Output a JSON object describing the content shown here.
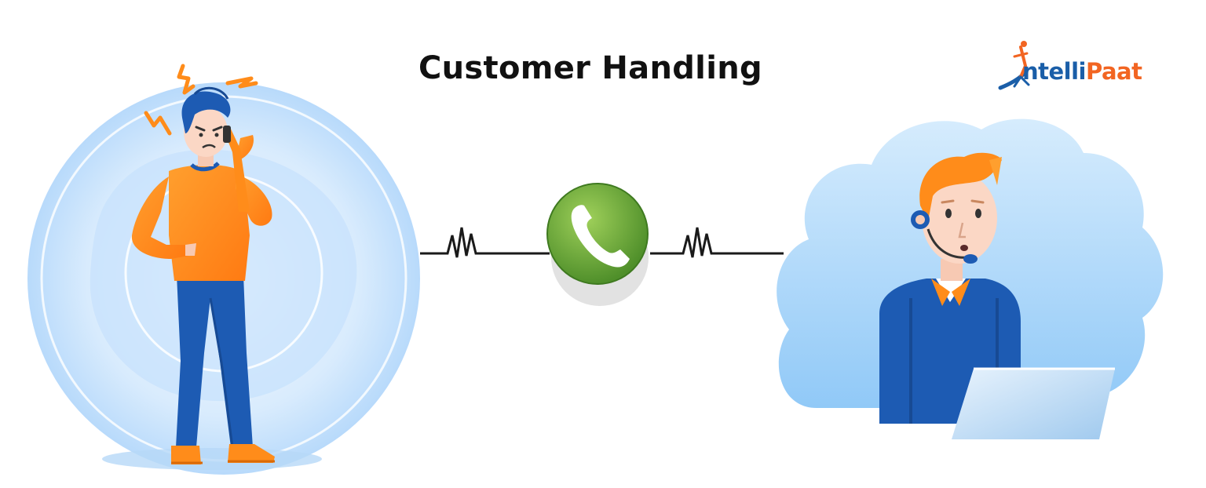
{
  "title": "Customer Handling",
  "logo": {
    "part1": "ntelli",
    "part2": "Paat",
    "brand_blue": "#1a5ea8",
    "brand_orange": "#f26522"
  },
  "icons": {
    "call": "phone-icon",
    "customer": "frustrated-customer-illustration",
    "agent": "support-agent-illustration"
  },
  "colors": {
    "call_green": "#6fb43f",
    "bubble_blue": "#a9d4fb",
    "shirt_orange": "#ff8c1a",
    "pants_blue": "#1d5bb3"
  }
}
